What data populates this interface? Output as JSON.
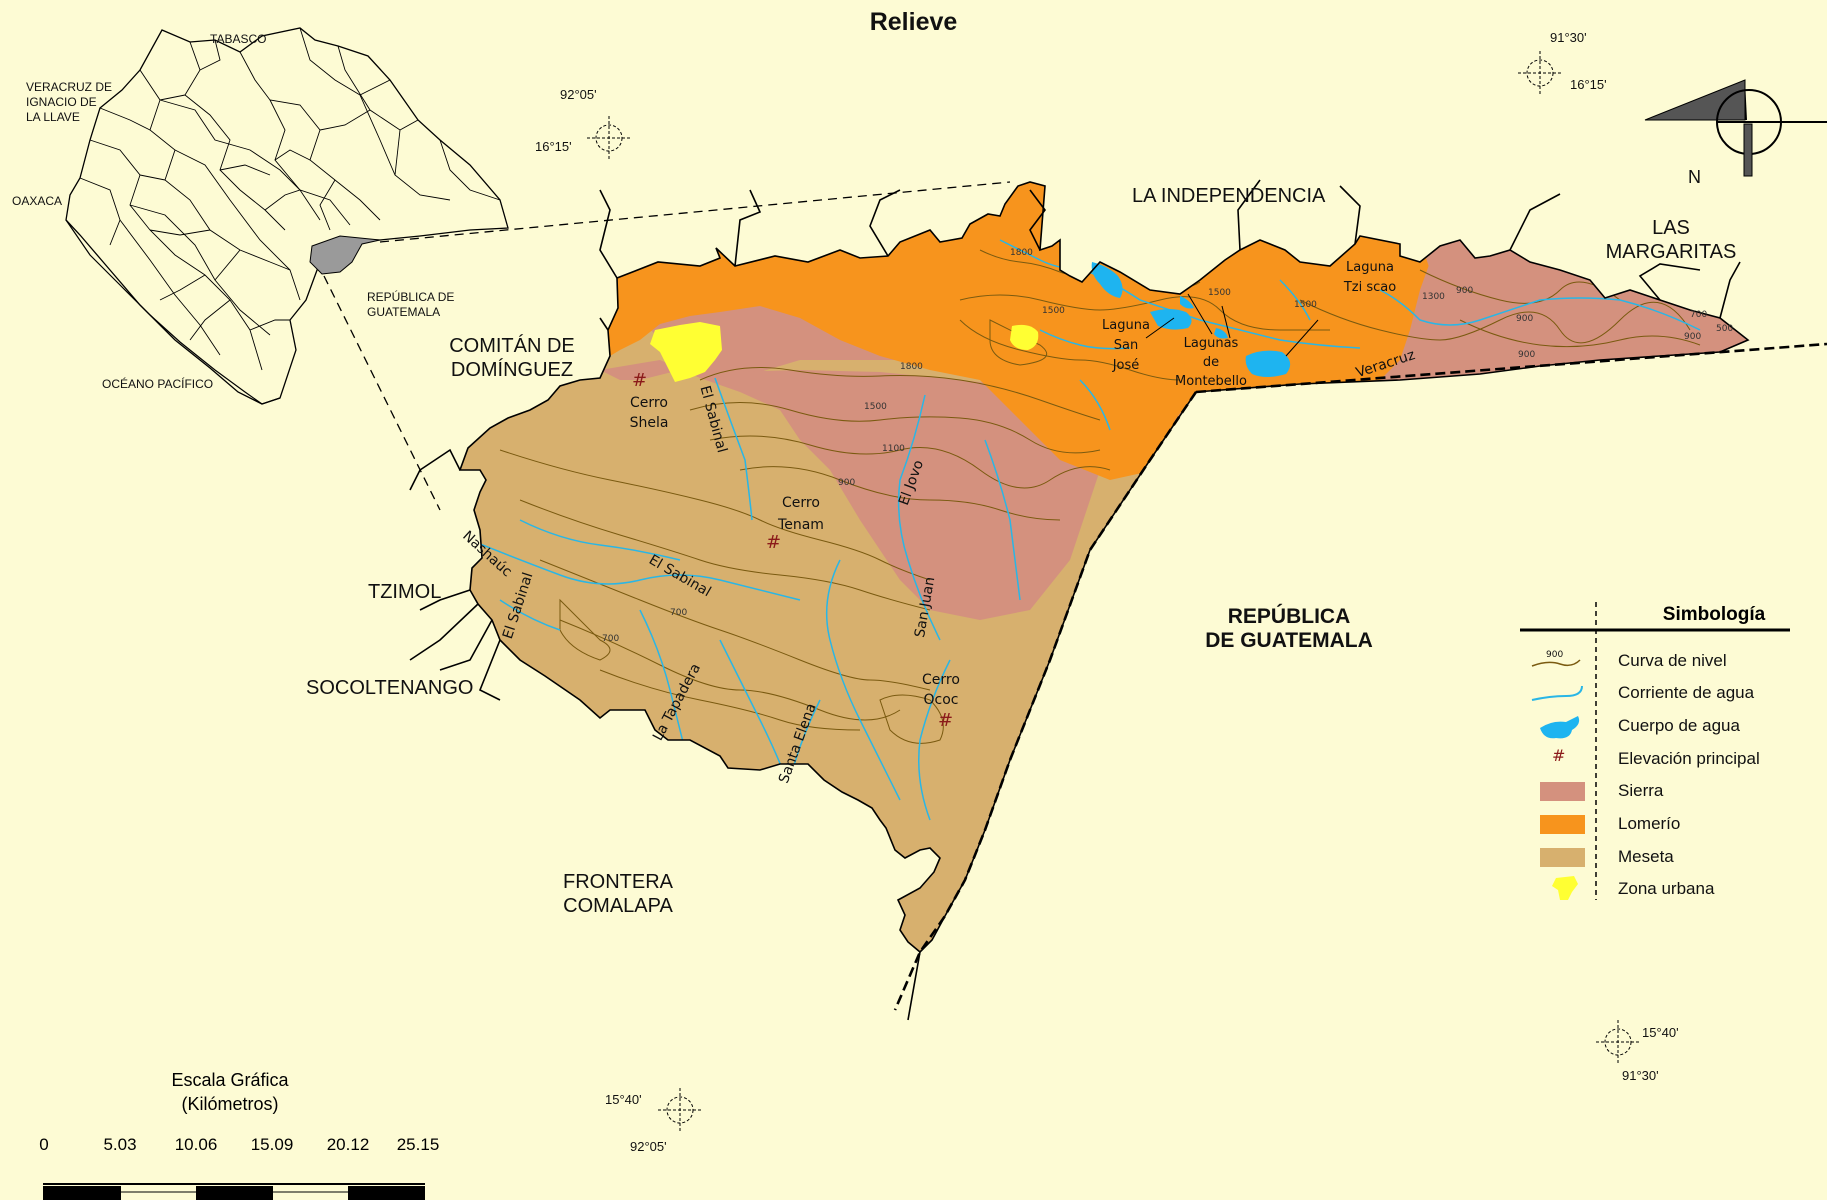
{
  "title": "Relieve",
  "inset": {
    "labels": {
      "tabasco": "TABASCO",
      "veracruz": [
        "VERACRUZ DE",
        "IGNACIO DE",
        "LA LLAVE"
      ],
      "oaxaca": "OAXACA",
      "guatemala": [
        "REPÚBLICA DE",
        "GUATEMALA"
      ],
      "oceano": "OCÉANO PACÍFICO"
    },
    "highlight_color": "#9a9a9a"
  },
  "neighbors": {
    "la_independencia": "LA INDEPENDENCIA",
    "las_margaritas": [
      "LAS",
      "MARGARITAS"
    ],
    "comitan": [
      "COMITÁN DE",
      "DOMÍNGUEZ"
    ],
    "tzimol": "TZIMOL",
    "socoltenango": "SOCOLTENANGO",
    "frontera": [
      "FRONTERA",
      "COMALAPA"
    ],
    "guatemala": [
      "REPÚBLICA",
      "DE GUATEMALA"
    ]
  },
  "coordinates": {
    "tl": {
      "lon": "92°05'",
      "lat": "16°15'"
    },
    "tr": {
      "lon": "91°30'",
      "lat": "16°15'"
    },
    "bl": {
      "lat": "15°40'",
      "lon": "92°05'"
    },
    "br": {
      "lat": "15°40'",
      "lon": "91°30'"
    }
  },
  "features": {
    "cerro_shela": [
      "Cerro",
      "Shela"
    ],
    "cerro_tenam": [
      "Cerro",
      "Tenam"
    ],
    "cerro_ococ": [
      "Cerro",
      "Ococ"
    ],
    "laguna_san_jose": [
      "Laguna",
      "San",
      "José"
    ],
    "lagunas_montebello": [
      "Lagunas",
      "de",
      "Montebello"
    ],
    "laguna_tziscao": [
      "Laguna",
      "Tzi scao"
    ]
  },
  "rivers": {
    "el_sabinal_n": "El Sabinal",
    "el_jovo": "El Jovo",
    "san_juan": "San Juan",
    "nashauc": "Nashaúc",
    "el_sabinal_w": "El Sabinal",
    "el_sabinal_c": "El Sabinal",
    "la_tapadera": "La Tapadera",
    "santa_elena": "Santa Elena",
    "veracruz": "Veracruz"
  },
  "contours": [
    "1800",
    "1500",
    "1500",
    "1500",
    "1800",
    "1500",
    "1100",
    "900",
    "1300",
    "900",
    "900",
    "900",
    "700",
    "500",
    "900",
    "700",
    "700"
  ],
  "legend": {
    "title": "Simbología",
    "items": [
      {
        "label": "Curva de nivel",
        "symbol": "contour",
        "sample": "900"
      },
      {
        "label": "Corriente de agua",
        "symbol": "stream"
      },
      {
        "label": "Cuerpo de agua",
        "symbol": "water"
      },
      {
        "label": "Elevación principal",
        "symbol": "hash",
        "sample": "#"
      },
      {
        "label": "Sierra",
        "symbol": "fill",
        "color": "#d4917e"
      },
      {
        "label": "Lomerío",
        "symbol": "fill",
        "color": "#f7941d"
      },
      {
        "label": "Meseta",
        "symbol": "fill",
        "color": "#d7b06e"
      },
      {
        "label": "Zona urbana",
        "symbol": "urban",
        "color": "#ffff33"
      }
    ]
  },
  "north": "N",
  "scale": {
    "title": [
      "Escala Gráfica",
      "(Kilómetros)"
    ],
    "ticks": [
      "0",
      "5.03",
      "10.06",
      "15.09",
      "20.12",
      "25.15"
    ]
  },
  "colors": {
    "background": "#fdfbd4",
    "sierra": "#d4917e",
    "lomerio": "#f7941d",
    "meseta": "#d7b06e",
    "water": "#1eb4f0",
    "stream": "#29b6e6",
    "contour": "#7a5a10",
    "urban": "#ffff33",
    "hash": "#8b1a1a"
  }
}
